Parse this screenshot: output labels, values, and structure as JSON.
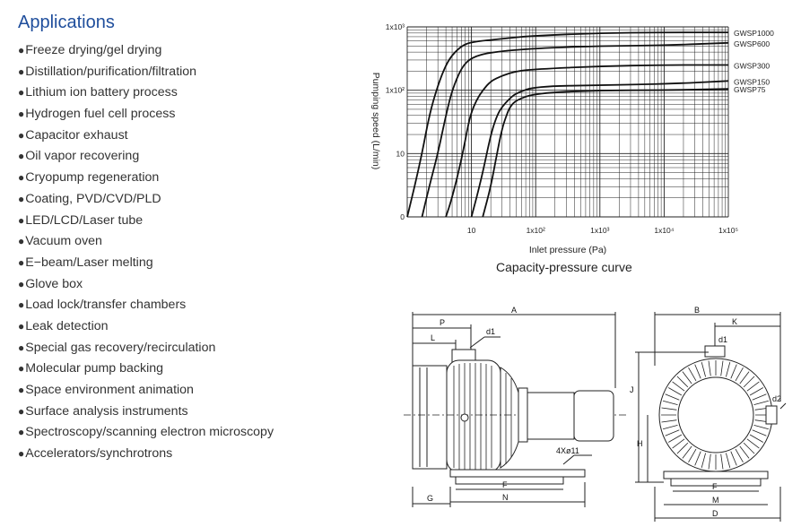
{
  "applications": {
    "title": "Applications",
    "bullet": "●",
    "items": [
      "Freeze drying/gel drying",
      "Distillation/purification/filtration",
      "Lithium ion battery process",
      "Hydrogen fuel cell process",
      "Capacitor exhaust",
      "Oil vapor recovering",
      "Cryopump regeneration",
      "Coating, PVD/CVD/PLD",
      "LED/LCD/Laser tube",
      "Vacuum oven",
      "E−beam/Laser melting",
      "Glove box",
      "Load lock/transfer chambers",
      "Leak detection",
      "Special gas recovery/recirculation",
      "Molecular pump backing",
      "Space environment animation",
      "Surface analysis instruments",
      "Spectroscopy/scanning electron  microscopy",
      "Accelerators/synchrotrons"
    ]
  },
  "chart_caption": "Capacity-pressure curve",
  "chart_data": {
    "type": "line",
    "xlabel": "Inlet pressure (Pa)",
    "ylabel": "Pumping speed (L/min)",
    "x_scale": "log",
    "y_scale": "log",
    "xlim": [
      1,
      100000
    ],
    "ylim": [
      1,
      1000
    ],
    "grid": true,
    "x_ticks": [
      {
        "value": 10,
        "label": "10"
      },
      {
        "value": 100,
        "label": "1x10²"
      },
      {
        "value": 1000,
        "label": "1x10³"
      },
      {
        "value": 10000,
        "label": "1x10⁴"
      },
      {
        "value": 100000,
        "label": "1x10⁵"
      }
    ],
    "y_ticks": [
      {
        "value": 1,
        "label": "0"
      },
      {
        "value": 10,
        "label": "10"
      },
      {
        "value": 100,
        "label": "1x10²"
      },
      {
        "value": 1000,
        "label": "1x10³"
      }
    ],
    "legend_placement": "right",
    "series": [
      {
        "name": "GWSP1000",
        "x": [
          1,
          1.3,
          1.7,
          2.2,
          3,
          4,
          5,
          7,
          10,
          30,
          100,
          1000,
          10000,
          100000
        ],
        "y": [
          1,
          3,
          10,
          40,
          120,
          250,
          360,
          500,
          580,
          650,
          730,
          800,
          820,
          820
        ]
      },
      {
        "name": "GWSP600",
        "x": [
          1.7,
          2.2,
          3,
          4,
          5,
          7,
          10,
          20,
          100,
          1000,
          10000,
          100000
        ],
        "y": [
          1,
          3,
          10,
          40,
          100,
          230,
          330,
          400,
          460,
          500,
          510,
          560
        ]
      },
      {
        "name": "GWSP300",
        "x": [
          4,
          5,
          7,
          9,
          10,
          12,
          15,
          20,
          30,
          50,
          100,
          1000,
          10000,
          100000
        ],
        "y": [
          1,
          2,
          8,
          30,
          45,
          70,
          100,
          140,
          170,
          200,
          215,
          240,
          250,
          250
        ]
      },
      {
        "name": "GWSP150",
        "x": [
          10,
          12,
          15,
          20,
          25,
          30,
          40,
          50,
          100,
          1000,
          10000,
          100000
        ],
        "y": [
          1,
          2,
          5,
          20,
          40,
          55,
          75,
          90,
          115,
          120,
          125,
          140
        ]
      },
      {
        "name": "GWSP75",
        "x": [
          15,
          20,
          25,
          30,
          35,
          40,
          50,
          100,
          1000,
          10000,
          100000
        ],
        "y": [
          1,
          3,
          10,
          25,
          40,
          55,
          70,
          90,
          100,
          100,
          105
        ]
      }
    ]
  },
  "drawing": {
    "side_labels": [
      "A",
      "P",
      "L",
      "d1",
      "G",
      "F",
      "N",
      "4Xø11"
    ],
    "front_labels": [
      "B",
      "K",
      "d1",
      "J",
      "H",
      "d2",
      "F",
      "M",
      "D"
    ]
  },
  "colors": {
    "title": "#1f4e9c",
    "text": "#333333",
    "grid": "#222222"
  }
}
